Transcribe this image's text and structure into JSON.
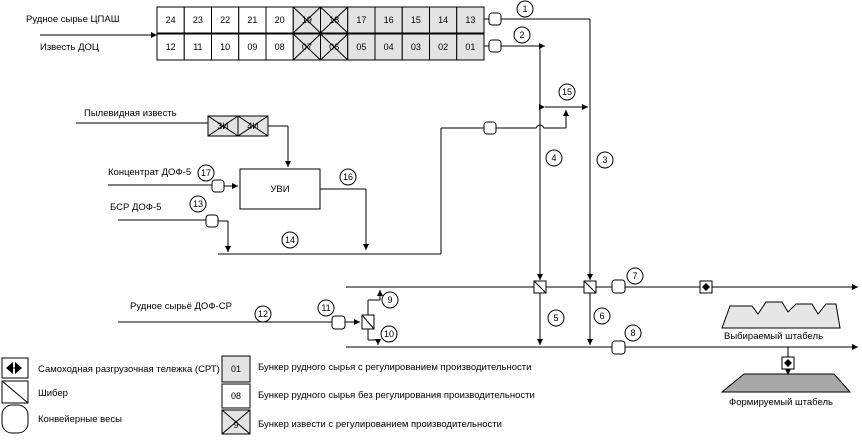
{
  "bunker_rows": {
    "top": [
      "24",
      "23",
      "22",
      "21",
      "20",
      "19",
      "18",
      "17",
      "16",
      "15",
      "14",
      "13"
    ],
    "bottom": [
      "12",
      "11",
      "10",
      "09",
      "08",
      "07",
      "06",
      "05",
      "04",
      "03",
      "02",
      "01"
    ]
  },
  "inputs": {
    "ore_cpash": "Рудное сырье ЦПАШ",
    "lime_doc": "Известь ДОЦ",
    "dust_lime": "Пылевидная известь",
    "concentrate": "Концентрат ДОФ-5",
    "bsr": "БСР ДОФ-5",
    "ore_dof": "Рудное сырьё ДОФ-СР"
  },
  "hoppers": [
    "3И",
    "4И"
  ],
  "uvi_label": "УВИ",
  "flow_numbers": [
    "1",
    "2",
    "3",
    "4",
    "5",
    "6",
    "7",
    "8",
    "9",
    "10",
    "11",
    "12",
    "13",
    "14",
    "15",
    "16",
    "17"
  ],
  "stacks": {
    "taken": "Выбираемый штабель",
    "forming": "Формируемый штабель"
  },
  "legend": {
    "col1": [
      {
        "label": "Самоходная разгрузочная тележка (СРТ)",
        "icon": "trolley-icon"
      },
      {
        "label": "Шибер",
        "icon": "gate-icon"
      },
      {
        "label": "Конвейерные весы",
        "icon": "scale-icon"
      }
    ],
    "col2": [
      {
        "sample": "01",
        "label": "Бункер рудного сырья с регулированием производительности"
      },
      {
        "sample": "08",
        "label": "Бункер рудного сырья без регулирования производительности"
      },
      {
        "sample": "9",
        "label": "Бункер извести с регулированием производительности"
      }
    ]
  },
  "colors": {
    "regulated_fill": "#e3e3e3",
    "stack_fill": "#e6e6e6",
    "forming_stack_fill": "#a8a8a8"
  }
}
